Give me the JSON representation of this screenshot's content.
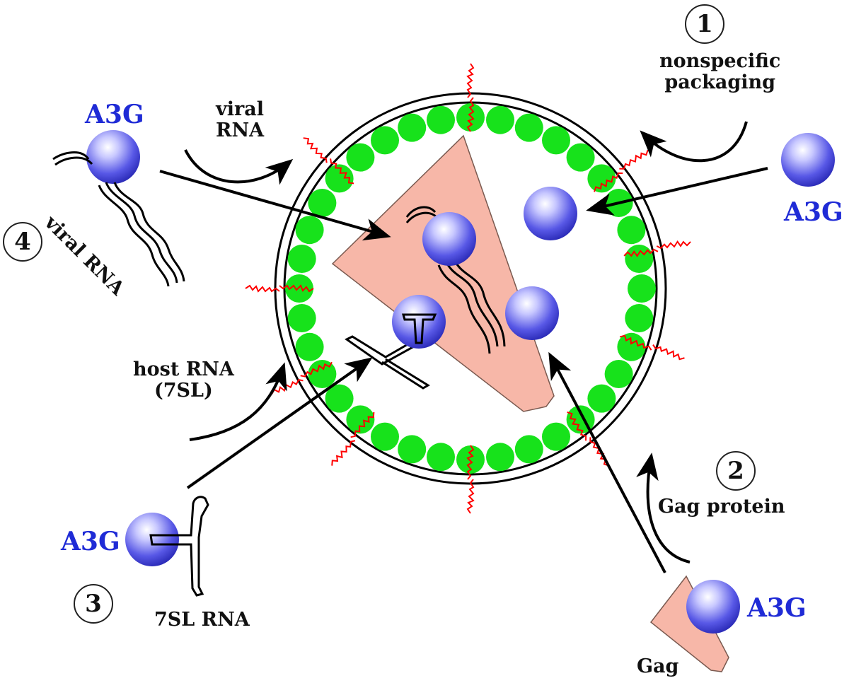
{
  "labels": {
    "nonspecific_line1": "nonspecific",
    "nonspecific_line2": "packaging",
    "viral_rna_line1": "viral",
    "viral_rna_line2": "RNA",
    "viral_rna_rotated": "viral RNA",
    "host_rna_line1": "host RNA",
    "host_rna_line2": "(7SL)",
    "gag_protein": "Gag protein",
    "rna_7sl": "7SL RNA",
    "gag": "Gag",
    "a3g": "A3G"
  },
  "steps": [
    "1",
    "2",
    "3",
    "4"
  ],
  "colors": {
    "a3g_text": "#1f2bd6",
    "gag_fill": "#f7b7a8",
    "matrix_green": "#17e21b",
    "envelope_red": "#ff0000",
    "sphere_blue": "#5b5be8"
  }
}
